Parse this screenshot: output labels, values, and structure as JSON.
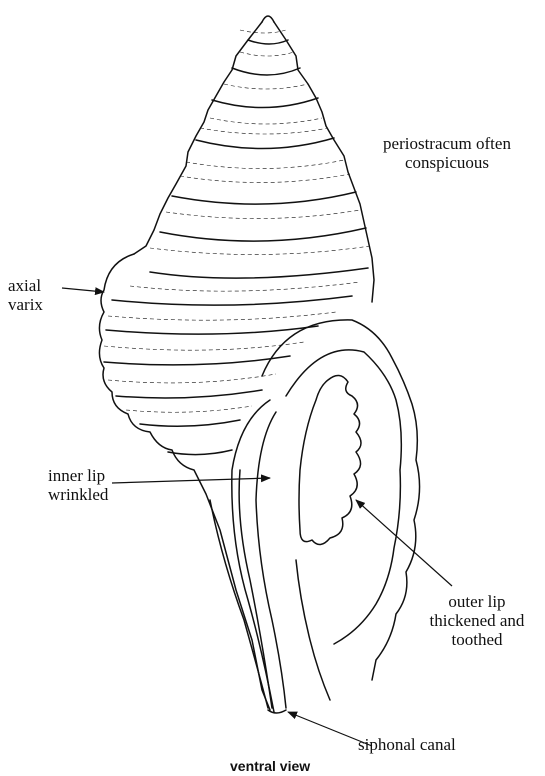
{
  "labels": {
    "periostracum": [
      "periostracum often",
      "conspicuous"
    ],
    "axial_varix": [
      "axial",
      "varix"
    ],
    "inner_lip": [
      "inner lip",
      "wrinkled"
    ],
    "outer_lip": [
      "outer lip",
      "thickened and",
      "toothed"
    ],
    "siphonal_canal": "siphonal canal"
  },
  "caption": "ventral view",
  "colors": {
    "ink": "#111111",
    "background": "#ffffff"
  }
}
